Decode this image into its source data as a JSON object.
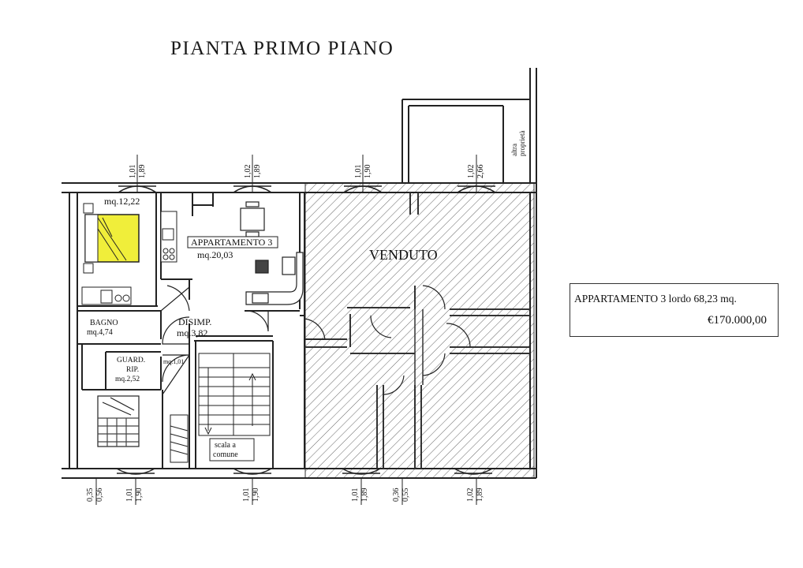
{
  "title": "PIANTA PRIMO PIANO",
  "info": {
    "line1": "APPARTAMENTO 3 lordo 68,23 mq.",
    "price": "€170.000,00"
  },
  "rooms": {
    "bedroom1": "mq.12,22",
    "living_name": "APPARTAMENTO 3",
    "living_area": "mq.20,03",
    "bagno_name": "BAGNO",
    "bagno_area": "mq.4,74",
    "disimp_name": "DISIMP.",
    "disimp_area": "mq.3,82",
    "guard_name1": "GUARD.",
    "guard_name2": "RIP.",
    "guard_area": "mq.2,52",
    "closet_area": "mq.1,01",
    "stair_line1": "scala a",
    "stair_line2": "comune",
    "sold": "VENDUTO",
    "other_property1": "altra",
    "other_property2": "proprietà"
  },
  "dimensions": {
    "top": [
      {
        "a": "1,01",
        "b": "1,89"
      },
      {
        "a": "1,02",
        "b": "1,89"
      },
      {
        "a": "1,01",
        "b": "1,90"
      },
      {
        "a": "1,02",
        "b": "2,66"
      }
    ],
    "bottom": [
      {
        "a": "0,35",
        "b": "0,56"
      },
      {
        "a": "1,01",
        "b": "1,90"
      },
      {
        "a": "1,01",
        "b": "1,90"
      },
      {
        "a": "1,01",
        "b": "1,89"
      },
      {
        "a": "0,36",
        "b": "0,55"
      },
      {
        "a": "1,02",
        "b": "1,89"
      }
    ]
  },
  "colors": {
    "walls": "#222222",
    "bed_fill": "#f0ee3a",
    "sold_hatch": "#555555"
  }
}
